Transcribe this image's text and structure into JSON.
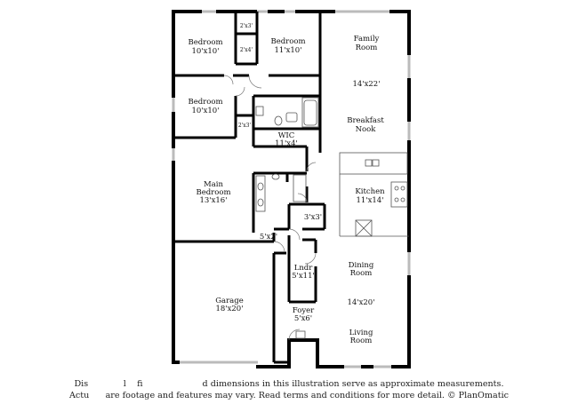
{
  "rooms": {
    "bedroom1": {
      "name": "Bedroom",
      "size": "10'x10'"
    },
    "bedroom2": {
      "name": "Bedroom",
      "size": "11'x10'"
    },
    "bedroom3": {
      "name": "Bedroom",
      "size": "10'x10'"
    },
    "family": {
      "name1": "Family",
      "name2": "Room",
      "size": "14'x22'"
    },
    "breakfast": {
      "name1": "Breakfast",
      "name2": "Nook"
    },
    "wic": {
      "name": "WIC",
      "size": "11'x4'"
    },
    "main_bedroom": {
      "name1": "Main",
      "name2": "Bedroom",
      "size": "13'x16'"
    },
    "kitchen": {
      "name": "Kitchen",
      "size": "11'x14'"
    },
    "pantry": {
      "size": "3'x3'"
    },
    "hall": {
      "size": "5'x2'"
    },
    "laundry": {
      "name": "Lndr",
      "size": "5'x11'"
    },
    "dining": {
      "name1": "Dining",
      "name2": "Room",
      "size": "14'x20'"
    },
    "garage": {
      "name": "Garage",
      "size": "18'x20'"
    },
    "foyer": {
      "name": "Foyer",
      "size": "5'x6'"
    },
    "living": {
      "name1": "Living",
      "name2": "Room"
    },
    "closets": {
      "c1": "2'x3'",
      "c2": "2'x4'",
      "c3": "2'x3'"
    }
  },
  "disclaimer": {
    "line1": "Dis             l    fi                      d dimensions in this illustration serve as approximate measurements.",
    "line2": "Actu      are footage and features may vary. Read terms and conditions for more detail. © PlanOmatic"
  }
}
